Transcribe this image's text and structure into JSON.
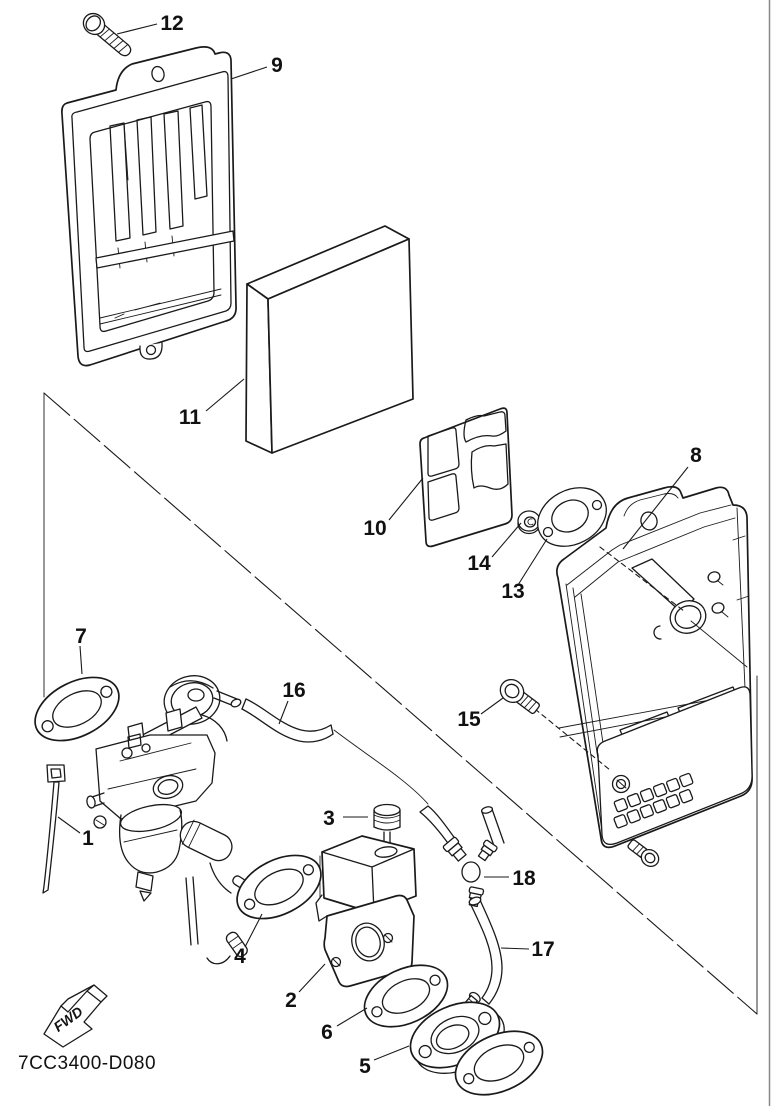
{
  "diagram": {
    "code": "7CC3400-D080",
    "fwd_label": "FWD",
    "callouts": [
      "1",
      "2",
      "3",
      "4",
      "5",
      "6",
      "7",
      "8",
      "9",
      "10",
      "11",
      "12",
      "13",
      "14",
      "15",
      "16",
      "17",
      "18"
    ]
  },
  "colors": {
    "line": "#1a1a1a",
    "background": "#ffffff"
  }
}
